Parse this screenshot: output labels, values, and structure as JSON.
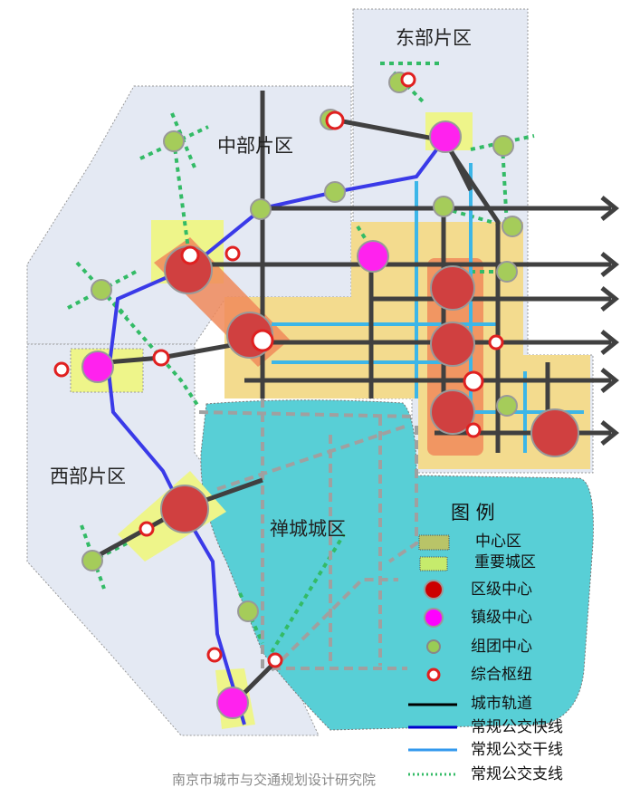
{
  "districts": {
    "east": "东部片区",
    "middle": "中部片区",
    "west": "西部片区",
    "chancheng": "禅城城区"
  },
  "legend": {
    "title": "图 例",
    "items": [
      {
        "label": "中心区",
        "symbol": "rect",
        "color": "#b9c468"
      },
      {
        "label": "重要城区",
        "symbol": "rect",
        "color": "#c6eb6c"
      },
      {
        "label": "区级中心",
        "symbol": "circle",
        "color": "#cc0000"
      },
      {
        "label": "镇级中心",
        "symbol": "circle",
        "color": "#ff00ff"
      },
      {
        "label": "组团中心",
        "symbol": "circle",
        "color": "#99cc55"
      },
      {
        "label": "综合枢纽",
        "symbol": "hub-icon",
        "color": "#e02020"
      },
      {
        "label": "城市轨道",
        "symbol": "line",
        "color": "#000000"
      },
      {
        "label": "常规公交快线",
        "symbol": "line",
        "color": "#0000cc"
      },
      {
        "label": "常规公交干线",
        "symbol": "line",
        "color": "#3399ee"
      },
      {
        "label": "常规公交支线",
        "symbol": "dotted-line",
        "color": "#33bb66"
      }
    ]
  },
  "watermark": "南京市城市与交通规划设计研究院"
}
